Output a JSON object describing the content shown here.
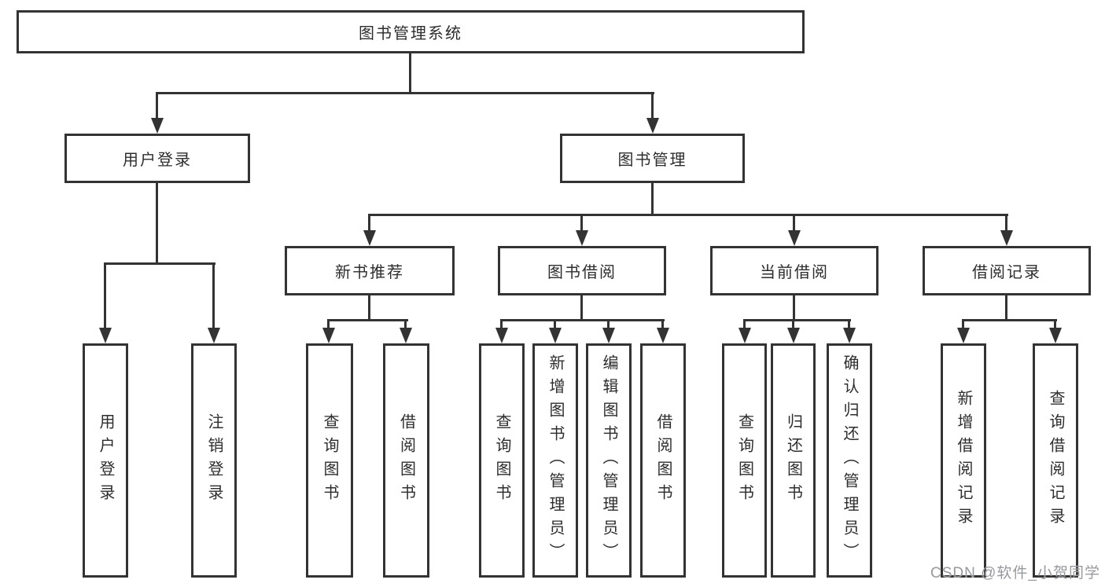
{
  "tree": {
    "root": {
      "label": "图书管理系统"
    },
    "children": [
      {
        "label": "用户登录",
        "children": [
          {
            "label": "用户登录"
          },
          {
            "label": "注销登录"
          }
        ]
      },
      {
        "label": "图书管理",
        "children": [
          {
            "label": "新书推荐",
            "children": [
              {
                "label": "查询图书"
              },
              {
                "label": "借阅图书"
              }
            ]
          },
          {
            "label": "图书借阅",
            "children": [
              {
                "label": "查询图书"
              },
              {
                "label": "新增图书（管理员）"
              },
              {
                "label": "编辑图书（管理员）"
              },
              {
                "label": "借阅图书"
              }
            ]
          },
          {
            "label": "当前借阅",
            "children": [
              {
                "label": "查询图书"
              },
              {
                "label": "归还图书"
              },
              {
                "label": "确认归还（管理员）"
              }
            ]
          },
          {
            "label": "借阅记录",
            "children": [
              {
                "label": "新增借阅记录"
              },
              {
                "label": "查询借阅记录"
              }
            ]
          }
        ]
      }
    ]
  },
  "watermark": "CSDN @软件_小贺同学",
  "colors": {
    "line": "#333333",
    "text": "#2d2d2d",
    "background": "#ffffff",
    "watermark": "#97999e"
  }
}
